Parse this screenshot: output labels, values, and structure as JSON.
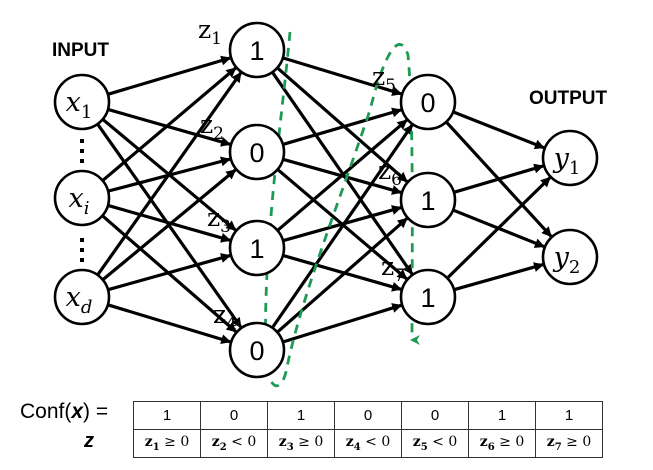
{
  "labels": {
    "input": "INPUT",
    "output": "OUTPUT",
    "conf_prefix": "Conf(",
    "conf_var": "x",
    "conf_suffix": ") =",
    "z_row": "z"
  },
  "inputs": [
    {
      "id": "x1",
      "base": "x",
      "sub": "1"
    },
    {
      "id": "xi",
      "base": "x",
      "sub": "i"
    },
    {
      "id": "xd",
      "base": "x",
      "sub": "d"
    }
  ],
  "hidden1": [
    {
      "id": "z1",
      "label_base": "z",
      "label_sub": "1",
      "value": "1"
    },
    {
      "id": "z2",
      "label_base": "z",
      "label_sub": "2",
      "value": "0"
    },
    {
      "id": "z3",
      "label_base": "z",
      "label_sub": "3",
      "value": "1"
    },
    {
      "id": "z4",
      "label_base": "z",
      "label_sub": "4",
      "value": "0"
    }
  ],
  "hidden2": [
    {
      "id": "z5",
      "label_base": "z",
      "label_sub": "5",
      "value": "0"
    },
    {
      "id": "z6",
      "label_base": "z",
      "label_sub": "6",
      "value": "1"
    },
    {
      "id": "z7",
      "label_base": "z",
      "label_sub": "7",
      "value": "1"
    }
  ],
  "outputs": [
    {
      "id": "y1",
      "base": "y",
      "sub": "1"
    },
    {
      "id": "y2",
      "base": "y",
      "sub": "2"
    }
  ],
  "colors": {
    "stroke": "#000000",
    "dashed_path": "#1f9a55"
  },
  "table": {
    "values": [
      "1",
      "0",
      "1",
      "0",
      "0",
      "1",
      "1"
    ],
    "conditions": [
      {
        "var": "z",
        "sub": "1",
        "op": "≥ 0"
      },
      {
        "var": "z",
        "sub": "2",
        "op": "< 0"
      },
      {
        "var": "z",
        "sub": "3",
        "op": "≥ 0"
      },
      {
        "var": "z",
        "sub": "4",
        "op": "< 0"
      },
      {
        "var": "z",
        "sub": "5",
        "op": "< 0"
      },
      {
        "var": "z",
        "sub": "6",
        "op": "≥ 0"
      },
      {
        "var": "z",
        "sub": "7",
        "op": "≥ 0"
      }
    ]
  }
}
